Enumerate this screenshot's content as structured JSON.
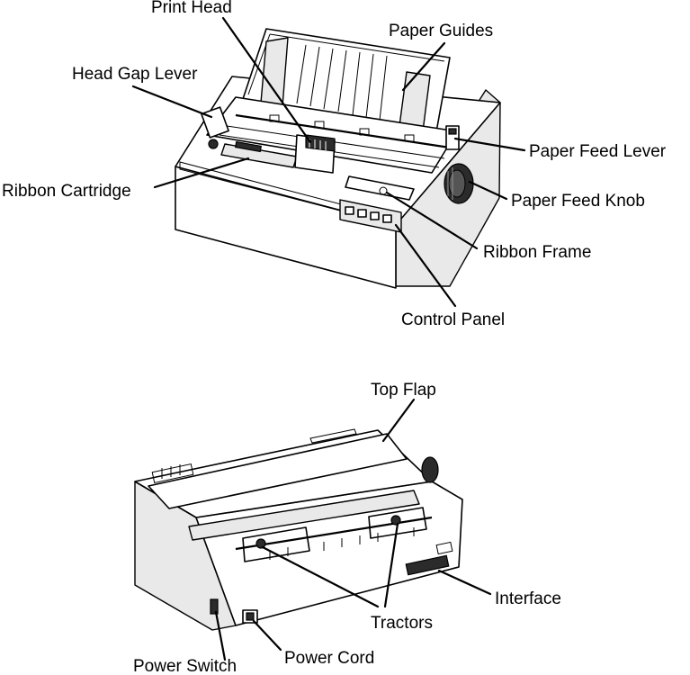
{
  "top_view": {
    "labels": {
      "print_head": "Print Head",
      "paper_guides": "Paper Guides",
      "head_gap_lever": "Head Gap Lever",
      "paper_feed_lever": "Paper Feed Lever",
      "ribbon_cartridge": "Ribbon Cartridge",
      "paper_feed_knob": "Paper Feed Knob",
      "ribbon_frame": "Ribbon Frame",
      "control_panel": "Control Panel"
    }
  },
  "rear_view": {
    "labels": {
      "top_flap": "Top Flap",
      "interface": "Interface",
      "tractors": "Tractors",
      "power_switch": "Power Switch",
      "power_cord": "Power Cord"
    }
  }
}
